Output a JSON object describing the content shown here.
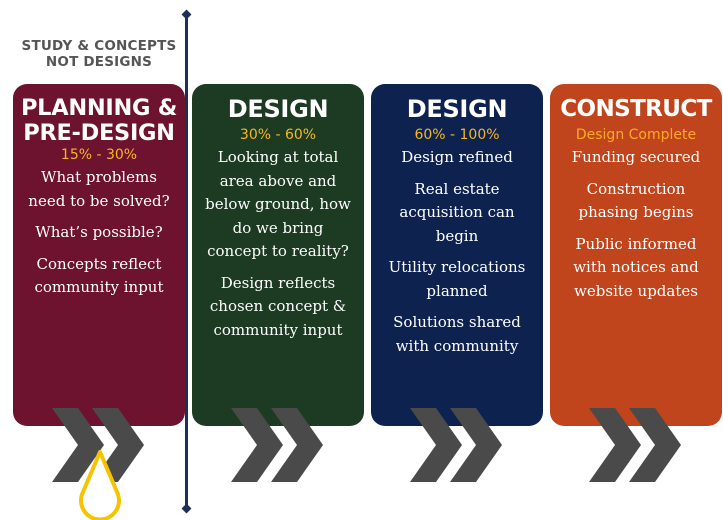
{
  "top_note": {
    "line1": "STUDY & CONCEPTS",
    "line2": "NOT DESIGNS"
  },
  "colors": {
    "planning": "#6d1330",
    "design_early": "#1d3b23",
    "design_late": "#0e2250",
    "construct": "#c0441c",
    "range_text": "#f5b820",
    "chevron": "#4a4a4a",
    "marker": "#f5c400",
    "divider": "#1c2f5b"
  },
  "icons": [
    "double-chevron-right-icon",
    "location-marker-icon"
  ],
  "stages": [
    {
      "title_line1": "PLANNING &",
      "title_line2": "PRE-DESIGN",
      "range": "15% - 30%",
      "items": [
        "What problems need to be solved?",
        "What’s possible?",
        "Concepts reflect community input"
      ]
    },
    {
      "title_line1": "DESIGN",
      "range": "30% - 60%",
      "items": [
        "Looking at total area above and below ground, how do we bring concept to reality?",
        "Design reflects chosen concept & community input"
      ]
    },
    {
      "title_line1": "DESIGN",
      "range": "60% - 100%",
      "items": [
        "Design refined",
        "Real estate acquisition can begin",
        "Utility relocations planned",
        "Solutions shared with community"
      ]
    },
    {
      "title_line1": "CONSTRUCT",
      "range": "Design Complete",
      "items": [
        "Funding secured",
        "Construction phasing begins",
        "Public informed with notices and website updates"
      ]
    }
  ]
}
